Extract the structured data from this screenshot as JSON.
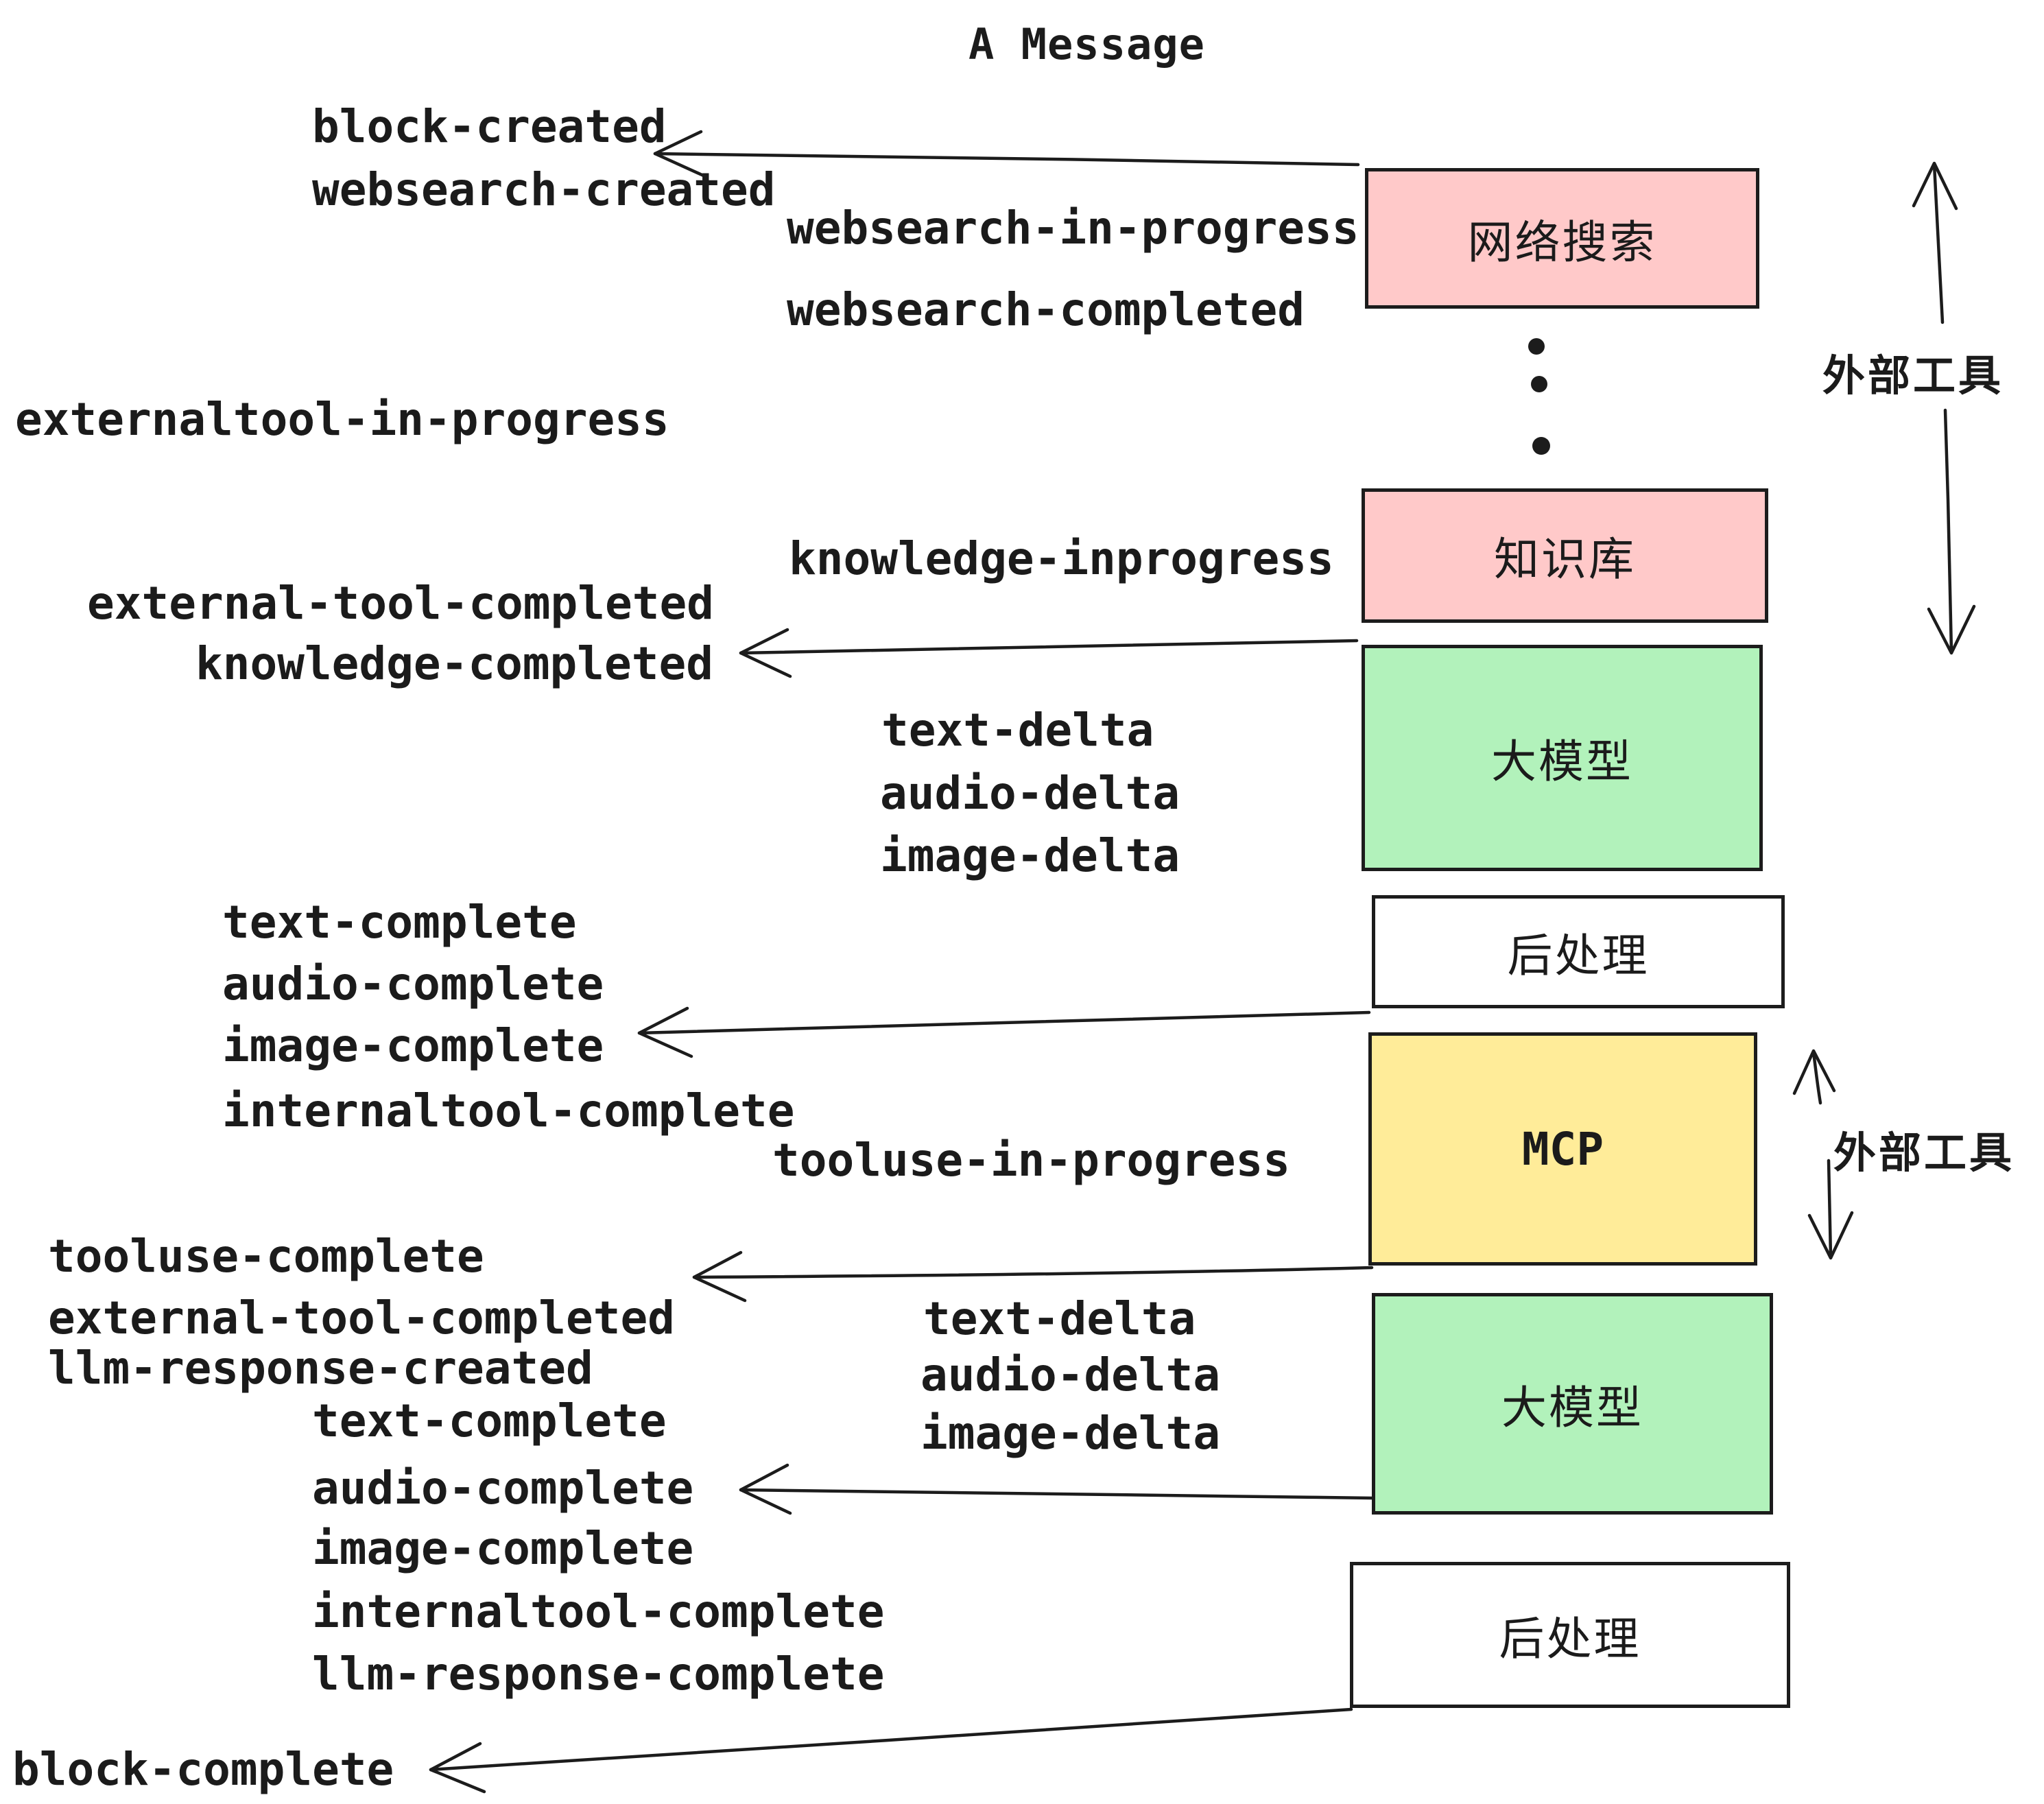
{
  "title": "A Message",
  "colors": {
    "background": "#ffffff",
    "ink": "#1c1c1c",
    "box_pink": "#ffc9c9",
    "box_green": "#b2f2bb",
    "box_yellow": "#ffec99",
    "box_white": "#ffffff"
  },
  "events": [
    "block-created",
    "websearch-created",
    "websearch-in-progress",
    "websearch-completed",
    "externaltool-in-progress",
    "knowledge-inprogress",
    "external-tool-completed",
    "knowledge-completed",
    "text-delta",
    "audio-delta",
    "image-delta",
    "text-complete",
    "audio-complete",
    "image-complete",
    "internaltool-complete",
    "tooluse-in-progress",
    "tooluse-complete",
    "external-tool-completed",
    "llm-response-created",
    "text-complete",
    "audio-complete",
    "image-complete",
    "internaltool-complete",
    "llm-response-complete",
    "block-complete",
    "text-delta",
    "audio-delta",
    "image-delta"
  ],
  "boxes": [
    {
      "label": "网络搜索",
      "fill": "#ffc9c9"
    },
    {
      "label": "知识库",
      "fill": "#ffc9c9"
    },
    {
      "label": "大模型",
      "fill": "#b2f2bb"
    },
    {
      "label": "后处理",
      "fill": "#ffffff"
    },
    {
      "label": "MCP",
      "fill": "#ffec99"
    },
    {
      "label": "大模型",
      "fill": "#b2f2bb"
    },
    {
      "label": "后处理",
      "fill": "#ffffff"
    }
  ],
  "side_labels": [
    "外部工具",
    "外部工具"
  ]
}
